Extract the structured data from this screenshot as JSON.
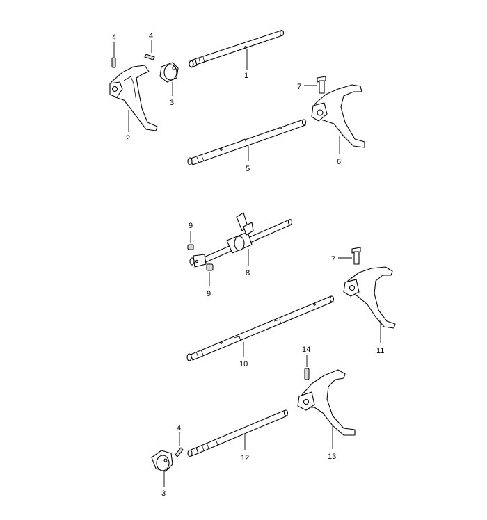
{
  "callouts": {
    "c1": "1",
    "c2": "2",
    "c3a": "3",
    "c3b": "3",
    "c4a": "4",
    "c4b": "4",
    "c4c": "4",
    "c5": "5",
    "c6": "6",
    "c7a": "7",
    "c7b": "7",
    "c8": "8",
    "c9a": "9",
    "c9b": "9",
    "c10": "10",
    "c11": "11",
    "c12": "12",
    "c13": "13",
    "c14": "14"
  }
}
